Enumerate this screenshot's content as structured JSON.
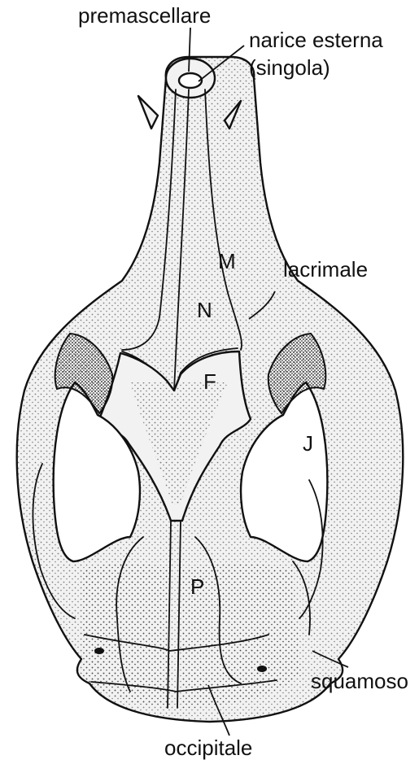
{
  "labels": {
    "premascellare": "premascellare",
    "narice_line1": "narice esterna",
    "narice_line2": "(singola)",
    "lacrimale": "lacrimale",
    "squamoso": "squamoso",
    "occipitale": "occipitale",
    "M": "M",
    "N": "N",
    "F": "F",
    "J": "J",
    "P": "P"
  }
}
